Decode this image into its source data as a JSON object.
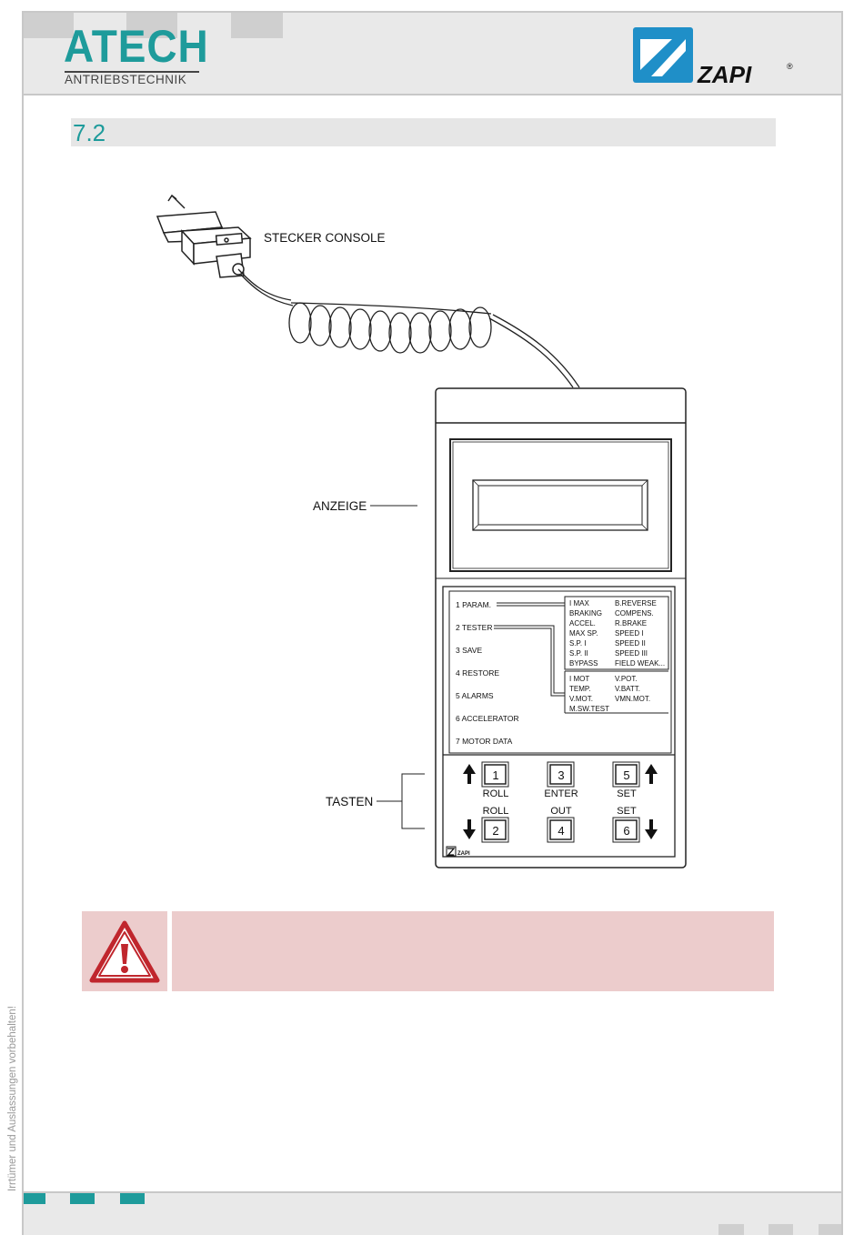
{
  "header": {
    "brand_title": "ATECH",
    "brand_subtitle": "ANTRIEBSTECHNIK",
    "partner_logo_text": "ZAPI"
  },
  "section": {
    "number": "7.2"
  },
  "diagram": {
    "connector_label": "STECKER CONSOLE",
    "display_label": "ANZEIGE",
    "keys_label": "TASTEN",
    "menu": [
      "1  PARAM.",
      "2  TESTER",
      "3  SAVE",
      "4  RESTORE",
      "5  ALARMS",
      "6  ACCELERATOR",
      "7  MOTOR DATA"
    ],
    "param_left": [
      "I MAX",
      "BRAKING",
      "ACCEL.",
      "MAX SP.",
      "S.P. I",
      "S.P. II",
      "BYPASS"
    ],
    "param_right": [
      "B.REVERSE",
      "COMPENS.",
      "R.BRAKE",
      "SPEED I",
      "SPEED II",
      "SPEED III",
      "FIELD WEAK..."
    ],
    "tester_left": [
      "I MOT",
      "TEMP.",
      "V.MOT.",
      "M.SW.TEST"
    ],
    "tester_right": [
      "V.POT.",
      "V.BATT.",
      "VMN.MOT."
    ],
    "keys_top": [
      {
        "number": "1",
        "label": "ROLL"
      },
      {
        "number": "3",
        "label": "ENTER"
      },
      {
        "number": "5",
        "label": "SET"
      }
    ],
    "keys_bottom": [
      {
        "number": "2",
        "label": "ROLL"
      },
      {
        "number": "4",
        "label": "OUT"
      },
      {
        "number": "6",
        "label": "SET"
      }
    ],
    "device_logo_text": "ZAPI"
  },
  "side_note": "Irrtümer und Auslassungen vorbehalten!",
  "colors": {
    "teal": "#1e9b9b",
    "zapi_blue": "#1f8fc8",
    "warning_red": "#c0262d",
    "warning_bg": "#eccccc"
  }
}
